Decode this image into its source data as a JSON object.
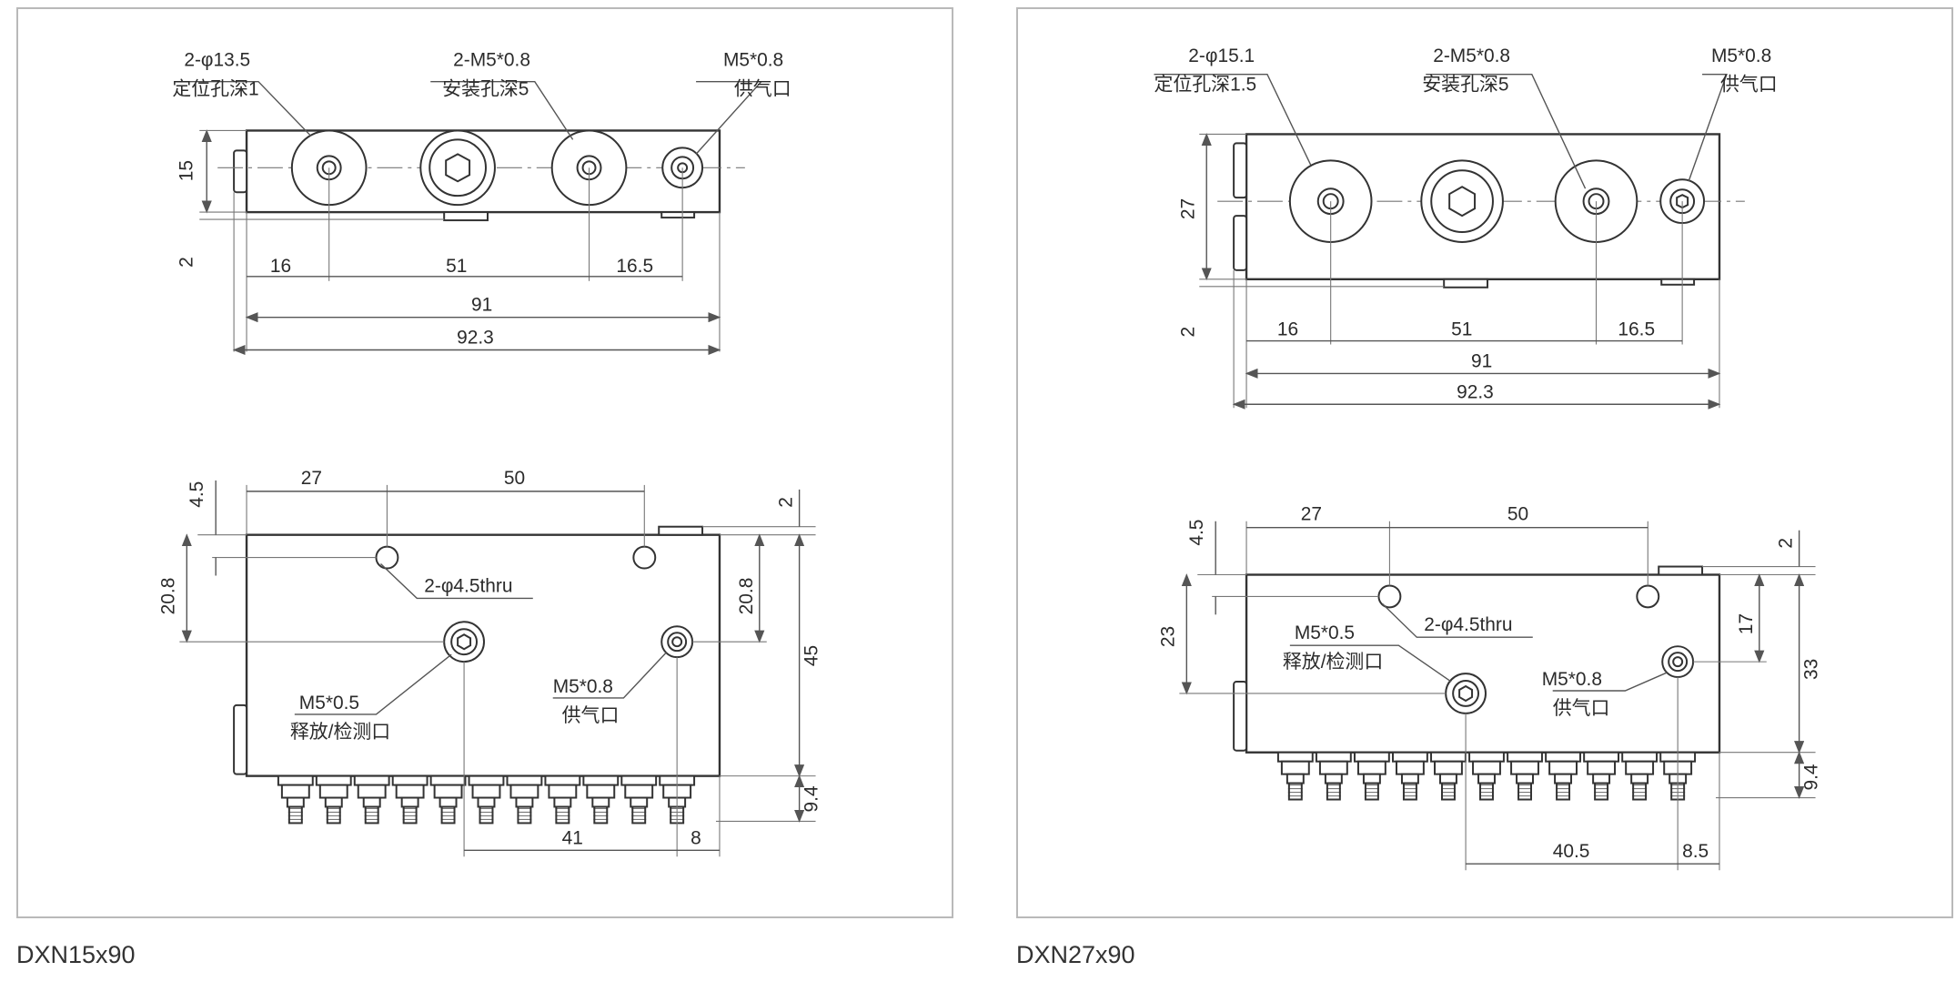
{
  "left": {
    "caption": "DXN15x90",
    "top_view": {
      "callouts": {
        "locating": [
          "2-φ13.5",
          "定位孔深1"
        ],
        "mounting": [
          "2-M5*0.8",
          "安装孔深5"
        ],
        "supply": [
          "M5*0.8",
          "供气口"
        ]
      },
      "dims": {
        "height": "15",
        "step": "2",
        "d1": "16",
        "d2": "51",
        "d3": "16.5",
        "total1": "91",
        "total2": "92.3"
      }
    },
    "front_view": {
      "callouts": {
        "thru": "2-φ4.5thru",
        "release": [
          "M5*0.5",
          "释放/检测口"
        ],
        "supply": [
          "M5*0.8",
          "供气口"
        ]
      },
      "dims": {
        "h1": "27",
        "h2": "50",
        "top_off": "4.5",
        "left_v": "20.8",
        "right_v": "20.8",
        "tab": "2",
        "height": "45",
        "nozzle": "9.4",
        "b1": "41",
        "b2": "8"
      }
    }
  },
  "right": {
    "caption": "DXN27x90",
    "top_view": {
      "callouts": {
        "locating": [
          "2-φ15.1",
          "定位孔深1.5"
        ],
        "mounting": [
          "2-M5*0.8",
          "安装孔深5"
        ],
        "supply": [
          "M5*0.8",
          "供气口"
        ]
      },
      "dims": {
        "height": "27",
        "step": "2",
        "d1": "16",
        "d2": "51",
        "d3": "16.5",
        "total1": "91",
        "total2": "92.3"
      }
    },
    "front_view": {
      "callouts": {
        "thru": "2-φ4.5thru",
        "release": [
          "M5*0.5",
          "释放/检测口"
        ],
        "supply": [
          "M5*0.8",
          "供气口"
        ]
      },
      "dims": {
        "h1": "27",
        "h2": "50",
        "top_off": "4.5",
        "left_v": "23",
        "right_v": "17",
        "tab": "2",
        "height": "33",
        "nozzle": "9.4",
        "b1": "40.5",
        "b2": "8.5"
      }
    }
  }
}
